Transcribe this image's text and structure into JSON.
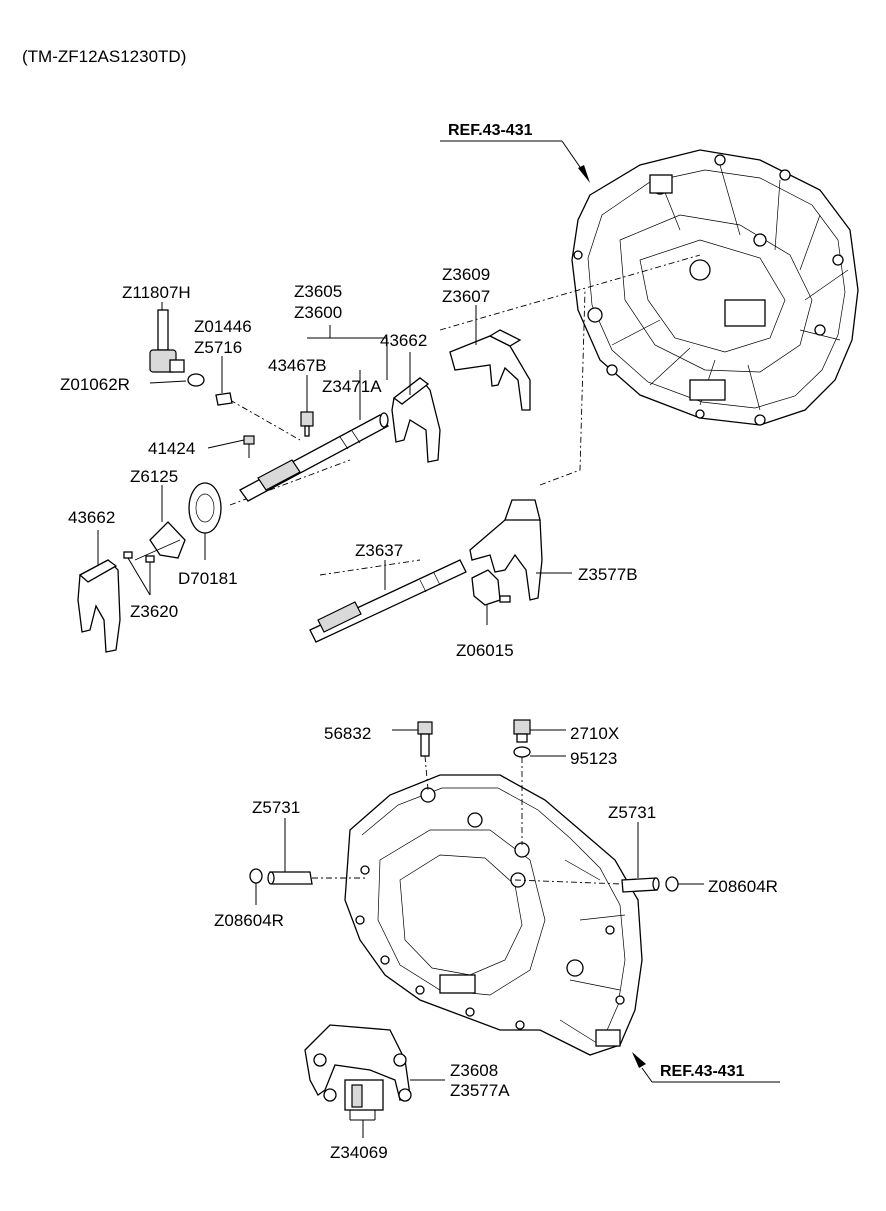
{
  "model_code": "(TM-ZF12AS1230TD)",
  "ref_top": "REF.43-431",
  "ref_bottom": "REF.43-431",
  "labels": {
    "z11807h": "Z11807H",
    "z01446": "Z01446",
    "z5716": "Z5716",
    "z01062r": "Z01062R",
    "z3605": "Z3605",
    "z3600": "Z3600",
    "p43467b": "43467B",
    "z3471a": "Z3471A",
    "p43662_top": "43662",
    "z3609": "Z3609",
    "z3607": "Z3607",
    "p41424": "41424",
    "z6125": "Z6125",
    "p43662_left": "43662",
    "d70181": "D70181",
    "z3620": "Z3620",
    "z3637": "Z3637",
    "z3577b": "Z3577B",
    "z06015": "Z06015",
    "p56832": "56832",
    "p2710x": "2710X",
    "p95123": "95123",
    "z5731_left": "Z5731",
    "z5731_right": "Z5731",
    "z08604r_left": "Z08604R",
    "z08604r_right": "Z08604R",
    "z3608": "Z3608",
    "z3577a": "Z3577A",
    "z34069": "Z34069"
  }
}
